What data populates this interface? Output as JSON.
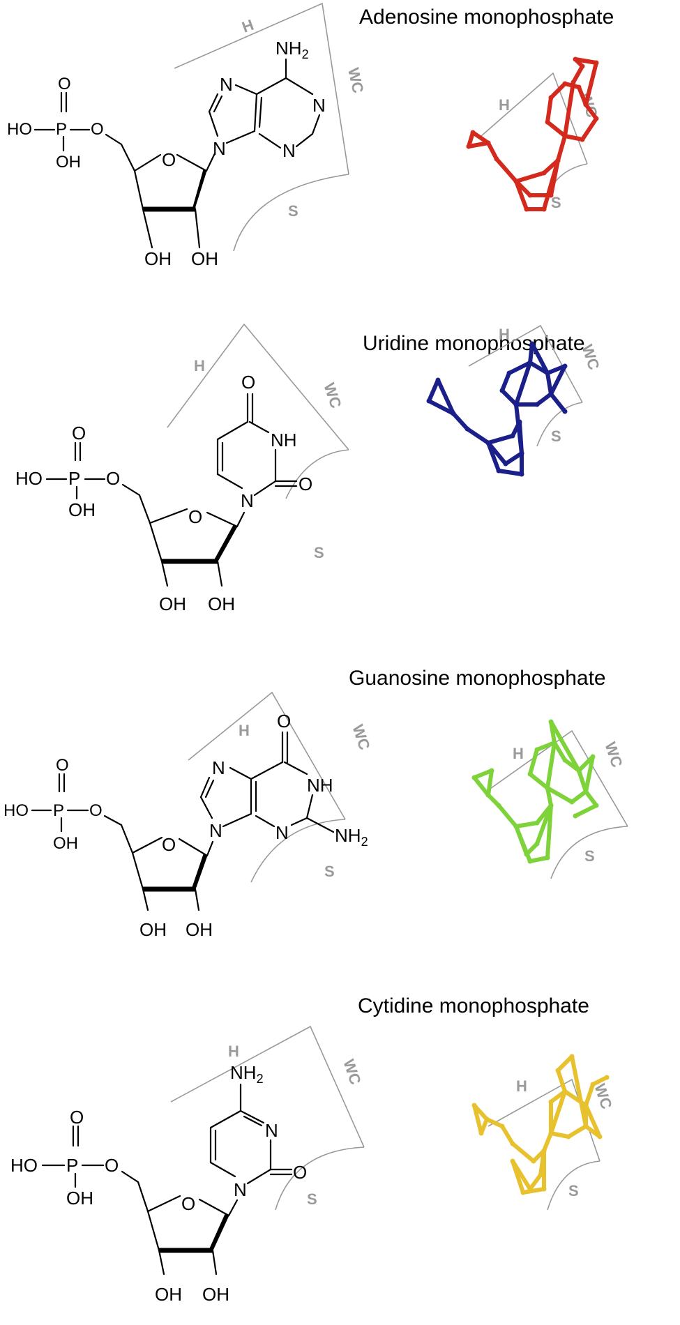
{
  "panels": [
    {
      "title": "Adenosine monophosphate",
      "color": "#d42a1e",
      "edges": {
        "hoogsteen": "H",
        "watson_crick": "WC",
        "sugar": "S"
      },
      "atoms": {
        "phos_o_top": "O",
        "phos_oh_left": "HO",
        "phos_p": "P",
        "phos_o_right": "O",
        "phos_oh_bottom": "OH",
        "ring_o": "O",
        "oh_3": "OH",
        "oh_2": "OH",
        "n9": "N",
        "n7": "N",
        "n1": "N",
        "n3": "N",
        "nh2": "NH2"
      }
    },
    {
      "title": "Uridine monophosphate",
      "color": "#1a1f8a",
      "edges": {
        "hoogsteen": "H",
        "watson_crick": "WC",
        "sugar": "S"
      },
      "atoms": {
        "phos_o_top": "O",
        "phos_oh_left": "HO",
        "phos_p": "P",
        "phos_o_right": "O",
        "phos_oh_bottom": "OH",
        "ring_o": "O",
        "oh_3": "OH",
        "oh_2": "OH",
        "n1": "N",
        "nh3": "NH",
        "o4": "O",
        "o2": "O"
      }
    },
    {
      "title": "Guanosine monophosphate",
      "color": "#7ed23a",
      "edges": {
        "hoogsteen": "H",
        "watson_crick": "WC",
        "sugar": "S"
      },
      "atoms": {
        "phos_o_top": "O",
        "phos_oh_left": "HO",
        "phos_p": "P",
        "phos_o_right": "O",
        "phos_oh_bottom": "OH",
        "ring_o": "O",
        "oh_3": "OH",
        "oh_2": "OH",
        "n9": "N",
        "n7": "N",
        "nh1": "NH",
        "n3": "N",
        "o6": "O",
        "nh2": "NH2"
      }
    },
    {
      "title": "Cytidine monophosphate",
      "color": "#e8c22e",
      "edges": {
        "hoogsteen": "H",
        "watson_crick": "WC",
        "sugar": "S"
      },
      "atoms": {
        "phos_o_top": "O",
        "phos_oh_left": "HO",
        "phos_p": "P",
        "phos_o_right": "O",
        "phos_oh_bottom": "OH",
        "ring_o": "O",
        "oh_3": "OH",
        "oh_2": "OH",
        "n1": "N",
        "n3": "N",
        "o2": "O",
        "nh2": "NH2"
      }
    }
  ]
}
